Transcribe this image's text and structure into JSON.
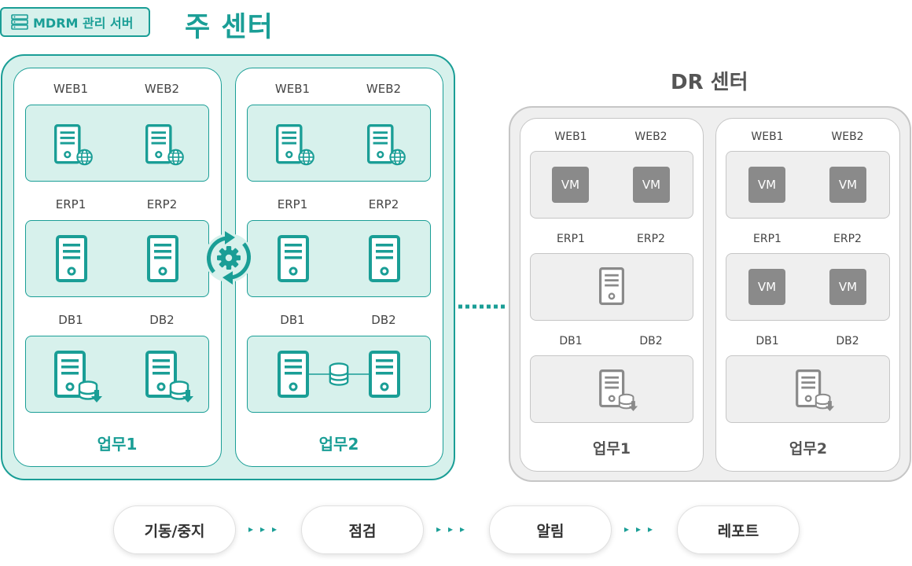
{
  "badge": {
    "label": "MDRM 관리 서버",
    "icon": "server-icon"
  },
  "main_center": {
    "title": "주 센터",
    "groups": [
      {
        "name": "업무1",
        "web": [
          "WEB1",
          "WEB2"
        ],
        "erp": [
          "ERP1",
          "ERP2"
        ],
        "db": [
          "DB1",
          "DB2"
        ]
      },
      {
        "name": "업무2",
        "web": [
          "WEB1",
          "WEB2"
        ],
        "erp": [
          "ERP1",
          "ERP2"
        ],
        "db": [
          "DB1",
          "DB2"
        ]
      }
    ]
  },
  "dr_center": {
    "title": "DR 센터",
    "vm_label": "VM",
    "groups": [
      {
        "name": "업무1",
        "web": [
          "WEB1",
          "WEB2"
        ],
        "erp": [
          "ERP1",
          "ERP2"
        ],
        "db": [
          "DB1",
          "DB2"
        ]
      },
      {
        "name": "업무2",
        "web": [
          "WEB1",
          "WEB2"
        ],
        "erp": [
          "ERP1",
          "ERP2"
        ],
        "db": [
          "DB1",
          "DB2"
        ]
      }
    ]
  },
  "workflow": {
    "steps": [
      "기동/중지",
      "점검",
      "알림",
      "레포트"
    ],
    "separator": "▸▸▸"
  },
  "colors": {
    "accent": "#1a9e96",
    "accent_bg": "#d7f1ec",
    "dr_border": "#c6c6c6",
    "dr_bg": "#efefef",
    "vm": "#8a8a8a"
  }
}
